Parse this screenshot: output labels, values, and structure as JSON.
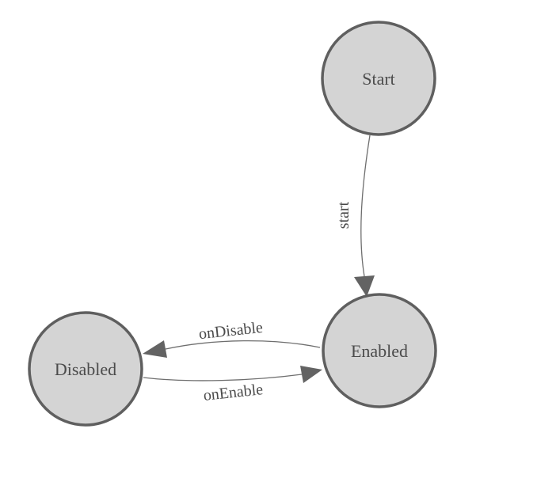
{
  "colors": {
    "background": "#ffffff",
    "node_fill": "#d4d4d4",
    "node_stroke": "#5f5f5f",
    "edge_stroke": "#6e6e6e",
    "arrow_fill": "#636363",
    "text": "#4b4b4b"
  },
  "nodes": [
    {
      "id": "start",
      "label": "Start"
    },
    {
      "id": "enabled",
      "label": "Enabled"
    },
    {
      "id": "disabled",
      "label": "Disabled"
    }
  ],
  "edges": [
    {
      "from": "Start",
      "to": "Enabled",
      "label": "start"
    },
    {
      "from": "Enabled",
      "to": "Disabled",
      "label": "onDisable"
    },
    {
      "from": "Disabled",
      "to": "Enabled",
      "label": "onEnable"
    }
  ]
}
